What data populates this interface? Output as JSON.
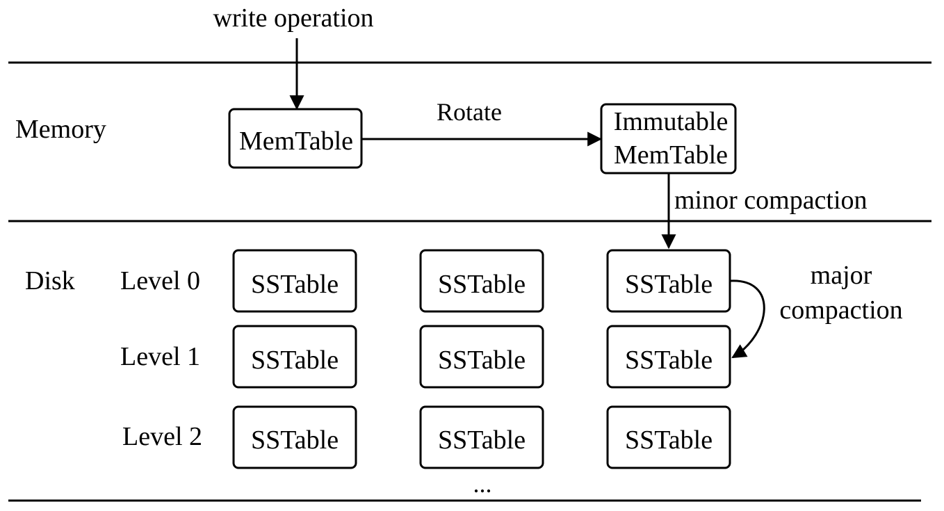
{
  "labels": {
    "write_operation": "write operation",
    "memory": "Memory",
    "disk": "Disk",
    "rotate": "Rotate",
    "minor_compaction": "minor compaction",
    "major_compaction_line1": "major",
    "major_compaction_line2": "compaction",
    "ellipsis": "..."
  },
  "memtable": {
    "label": "MemTable"
  },
  "immutable_memtable": {
    "line1": "Immutable",
    "line2": "MemTable"
  },
  "levels": [
    {
      "label": "Level 0",
      "tables": [
        "SSTable",
        "SSTable",
        "SSTable"
      ]
    },
    {
      "label": "Level 1",
      "tables": [
        "SSTable",
        "SSTable",
        "SSTable"
      ]
    },
    {
      "label": "Level 2",
      "tables": [
        "SSTable",
        "SSTable",
        "SSTable"
      ]
    }
  ]
}
